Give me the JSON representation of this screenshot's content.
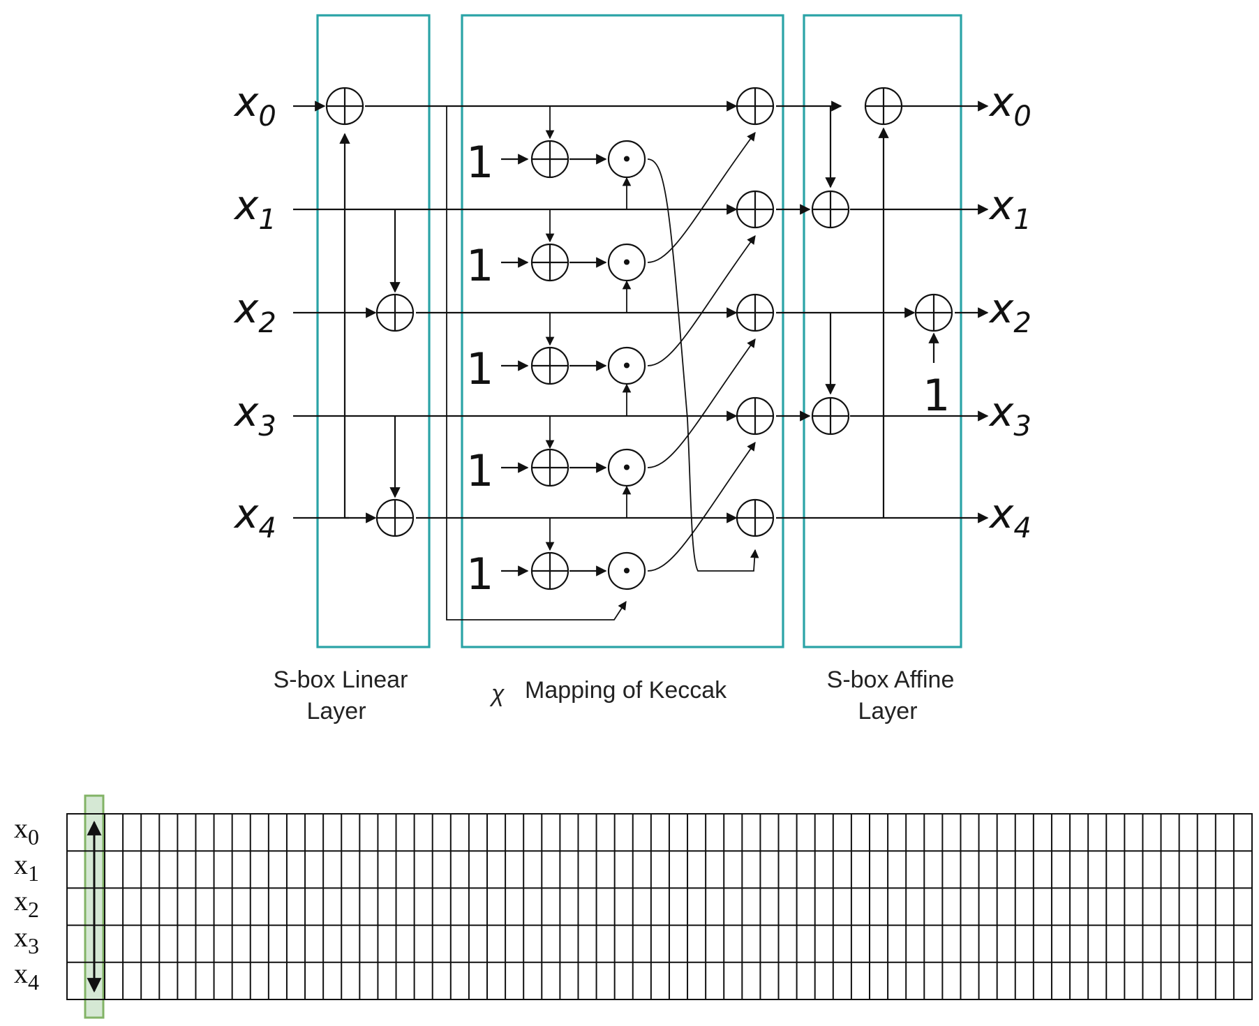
{
  "sbox": {
    "input_labels": [
      "x",
      "x",
      "x",
      "x",
      "x"
    ],
    "output_labels": [
      "x",
      "x",
      "x",
      "x",
      "x"
    ],
    "subscripts": [
      "0",
      "1",
      "2",
      "3",
      "4"
    ],
    "constant": "1",
    "dot": "•",
    "captions": {
      "linear": [
        "S-box Linear",
        "Layer"
      ],
      "chi_symbol": "χ",
      "chi": "Mapping of Keccak",
      "affine": [
        "S-box Affine",
        "Layer"
      ]
    },
    "colors": {
      "box": "#2aa3a6",
      "line": "#111111"
    }
  },
  "state": {
    "row_labels": [
      "x",
      "x",
      "x",
      "x",
      "x"
    ],
    "subscripts": [
      "0",
      "1",
      "2",
      "3",
      "4"
    ],
    "columns": 64,
    "colors": {
      "highlight_fill": "#d5e8d4",
      "highlight_stroke": "#82b366"
    }
  }
}
